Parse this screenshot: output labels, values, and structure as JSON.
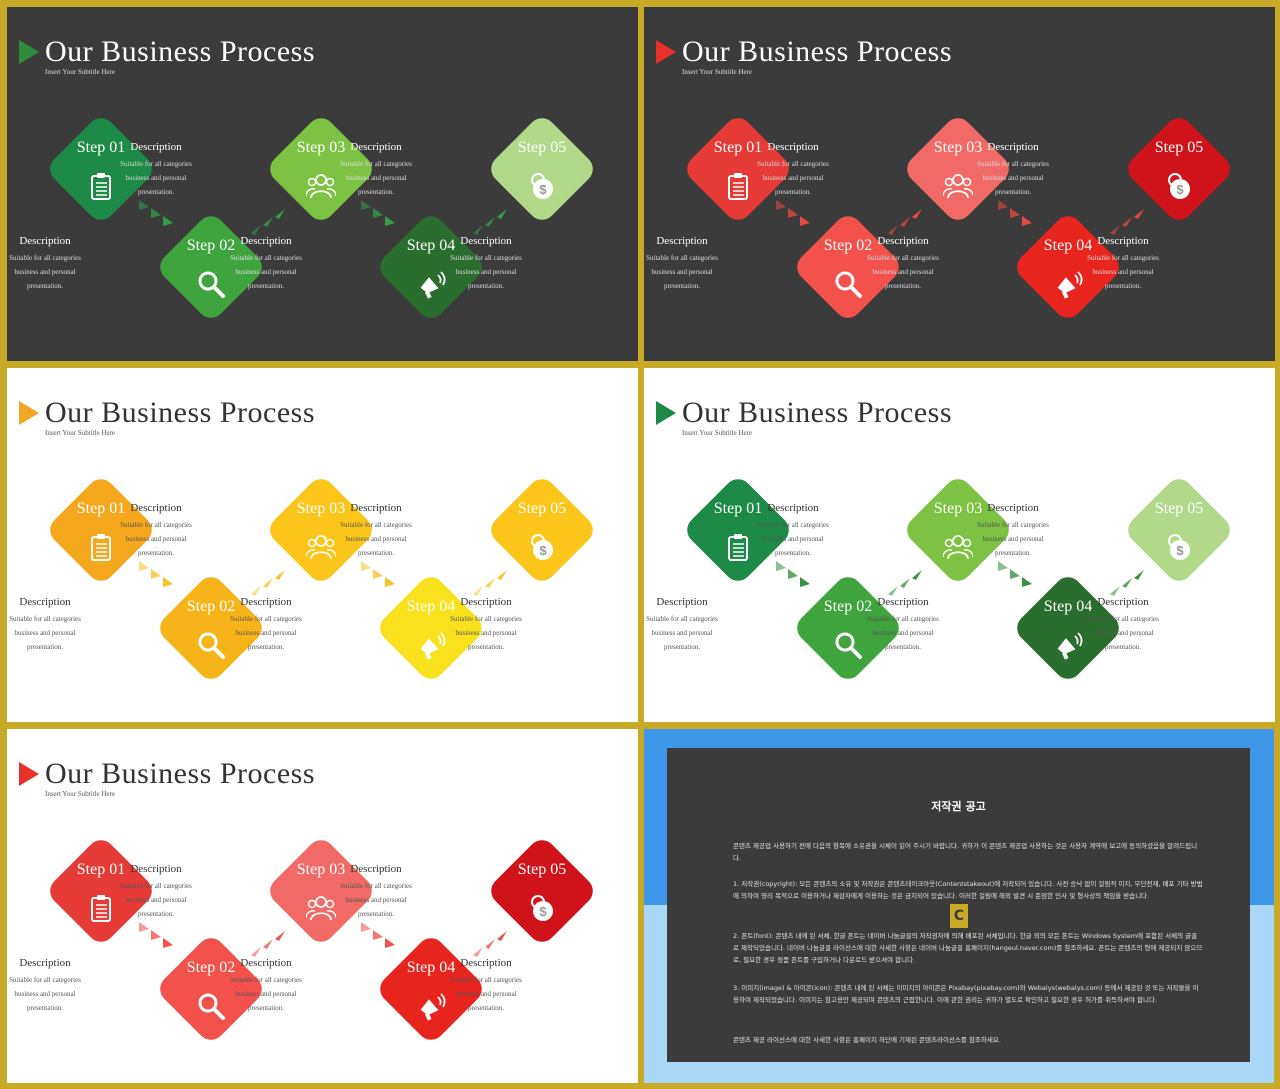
{
  "slides": [
    {
      "theme": "dark",
      "accent": "#2e8b3a",
      "colors": [
        "#1d8a47",
        "#3fa33e",
        "#7cc243",
        "#2a6e2e",
        "#b2d98a"
      ],
      "arrow_color": "#35a14a"
    },
    {
      "theme": "dark",
      "accent": "#e8312c",
      "colors": [
        "#e53a35",
        "#f2514c",
        "#f26a65",
        "#e8241f",
        "#d0131a"
      ],
      "arrow_color": "#f04a45"
    },
    {
      "theme": "light",
      "accent": "#f5a623",
      "colors": [
        "#f5a81e",
        "#f7b418",
        "#fcc51a",
        "#f9e11e",
        "#fcc51a"
      ],
      "arrow_color": "#f7c21c"
    },
    {
      "theme": "light",
      "accent": "#1d8a47",
      "colors": [
        "#1d8a47",
        "#3fa33e",
        "#7cc243",
        "#2a6e2e",
        "#b2d98a"
      ],
      "arrow_color": "#2e8b3a"
    },
    {
      "theme": "light",
      "accent": "#e8312c",
      "colors": [
        "#e53a35",
        "#f2514c",
        "#f26a65",
        "#e8241f",
        "#d0131a"
      ],
      "arrow_color": "#f04a45"
    }
  ],
  "title": "Our Business Process",
  "subtitle": "Insert Your Subtitle Here",
  "steps": [
    {
      "label": "Step 01",
      "icon": "clipboard-icon"
    },
    {
      "label": "Step 02",
      "icon": "magnifier-icon"
    },
    {
      "label": "Step 03",
      "icon": "people-icon"
    },
    {
      "label": "Step 04",
      "icon": "megaphone-icon"
    },
    {
      "label": "Step 05",
      "icon": "coins-icon"
    }
  ],
  "description": {
    "title": "Description",
    "lines": [
      "Suitable for all categories",
      "business and personal",
      "presentation."
    ]
  },
  "notice": {
    "title": "저작권 공고",
    "intro": "콘텐츠 제공업 사용하기 전에 다음의 항목에 소유권을 시체이 읽어 주시기 바랍니다. 귀하가 이 콘텐츠 제공업 사용하는 것은 사용자 계약에 보고에 동의하셨음을 알려드립니다.",
    "p1": "1. 저작권(copyright): 모든 콘텐츠의 소유 및 저작권은 콘텐츠테이크아웃(Contentstakeout)에 저작되어 있습니다. 사전 승낙 없이 걸림적 이지, 무단전재, 배포 기타 방법에 의하여 영리 목적으로 이용하거나 제삼자에게 이용하는 것은 금지되어 있습니다. 이러한 걸림에 해외 발견 시 준엄한 민사 및 형사상의 책임을 받습니다.",
    "p2": "2. 폰트(font): 콘텐츠 내에 된 서체, 한글 폰트는 네이버 나눔글꼴의 저작권자에 의해 배포된 서체입니다. 한글 외의 모든 폰트는 Windows System에 포함된 서체의 글꼴로 제작되었습니다. 네이버 나눔글꼴 라이선스에 대한 사세한 사항은 네이버 나눔글꼴 홈페이지(hangeul.naver.com)를 참조하세요. 폰트는 콘텐츠의 형에 제공되지 않으므로, 필요한 경우 정품 폰트를 구입하거나 다운로드 받으셔야 합니다.",
    "p3": "3. 이미지(image) & 아이콘(icon): 콘텐츠 내에 된 서체는 이미지의 아이콘은 Pixabay(pixabay.com)와 Webalys(webalys.com) 등에서 제공된 것 또는 저작물을 이용하여 제작되었습니다. 이미지는 참고용만 제공되며 콘텐츠의 근접한니다. 이에 관한 권리는 귀하가 별도로 확인하고 필요한 경우 허가를 취득하셔야 합니다.",
    "outro": "콘텐츠 제공 라이선스에 대한 사세한 사항은 홈페이지 하단에 기재된 콘텐츠라이선스를 참조하세요.",
    "logo": "C"
  }
}
